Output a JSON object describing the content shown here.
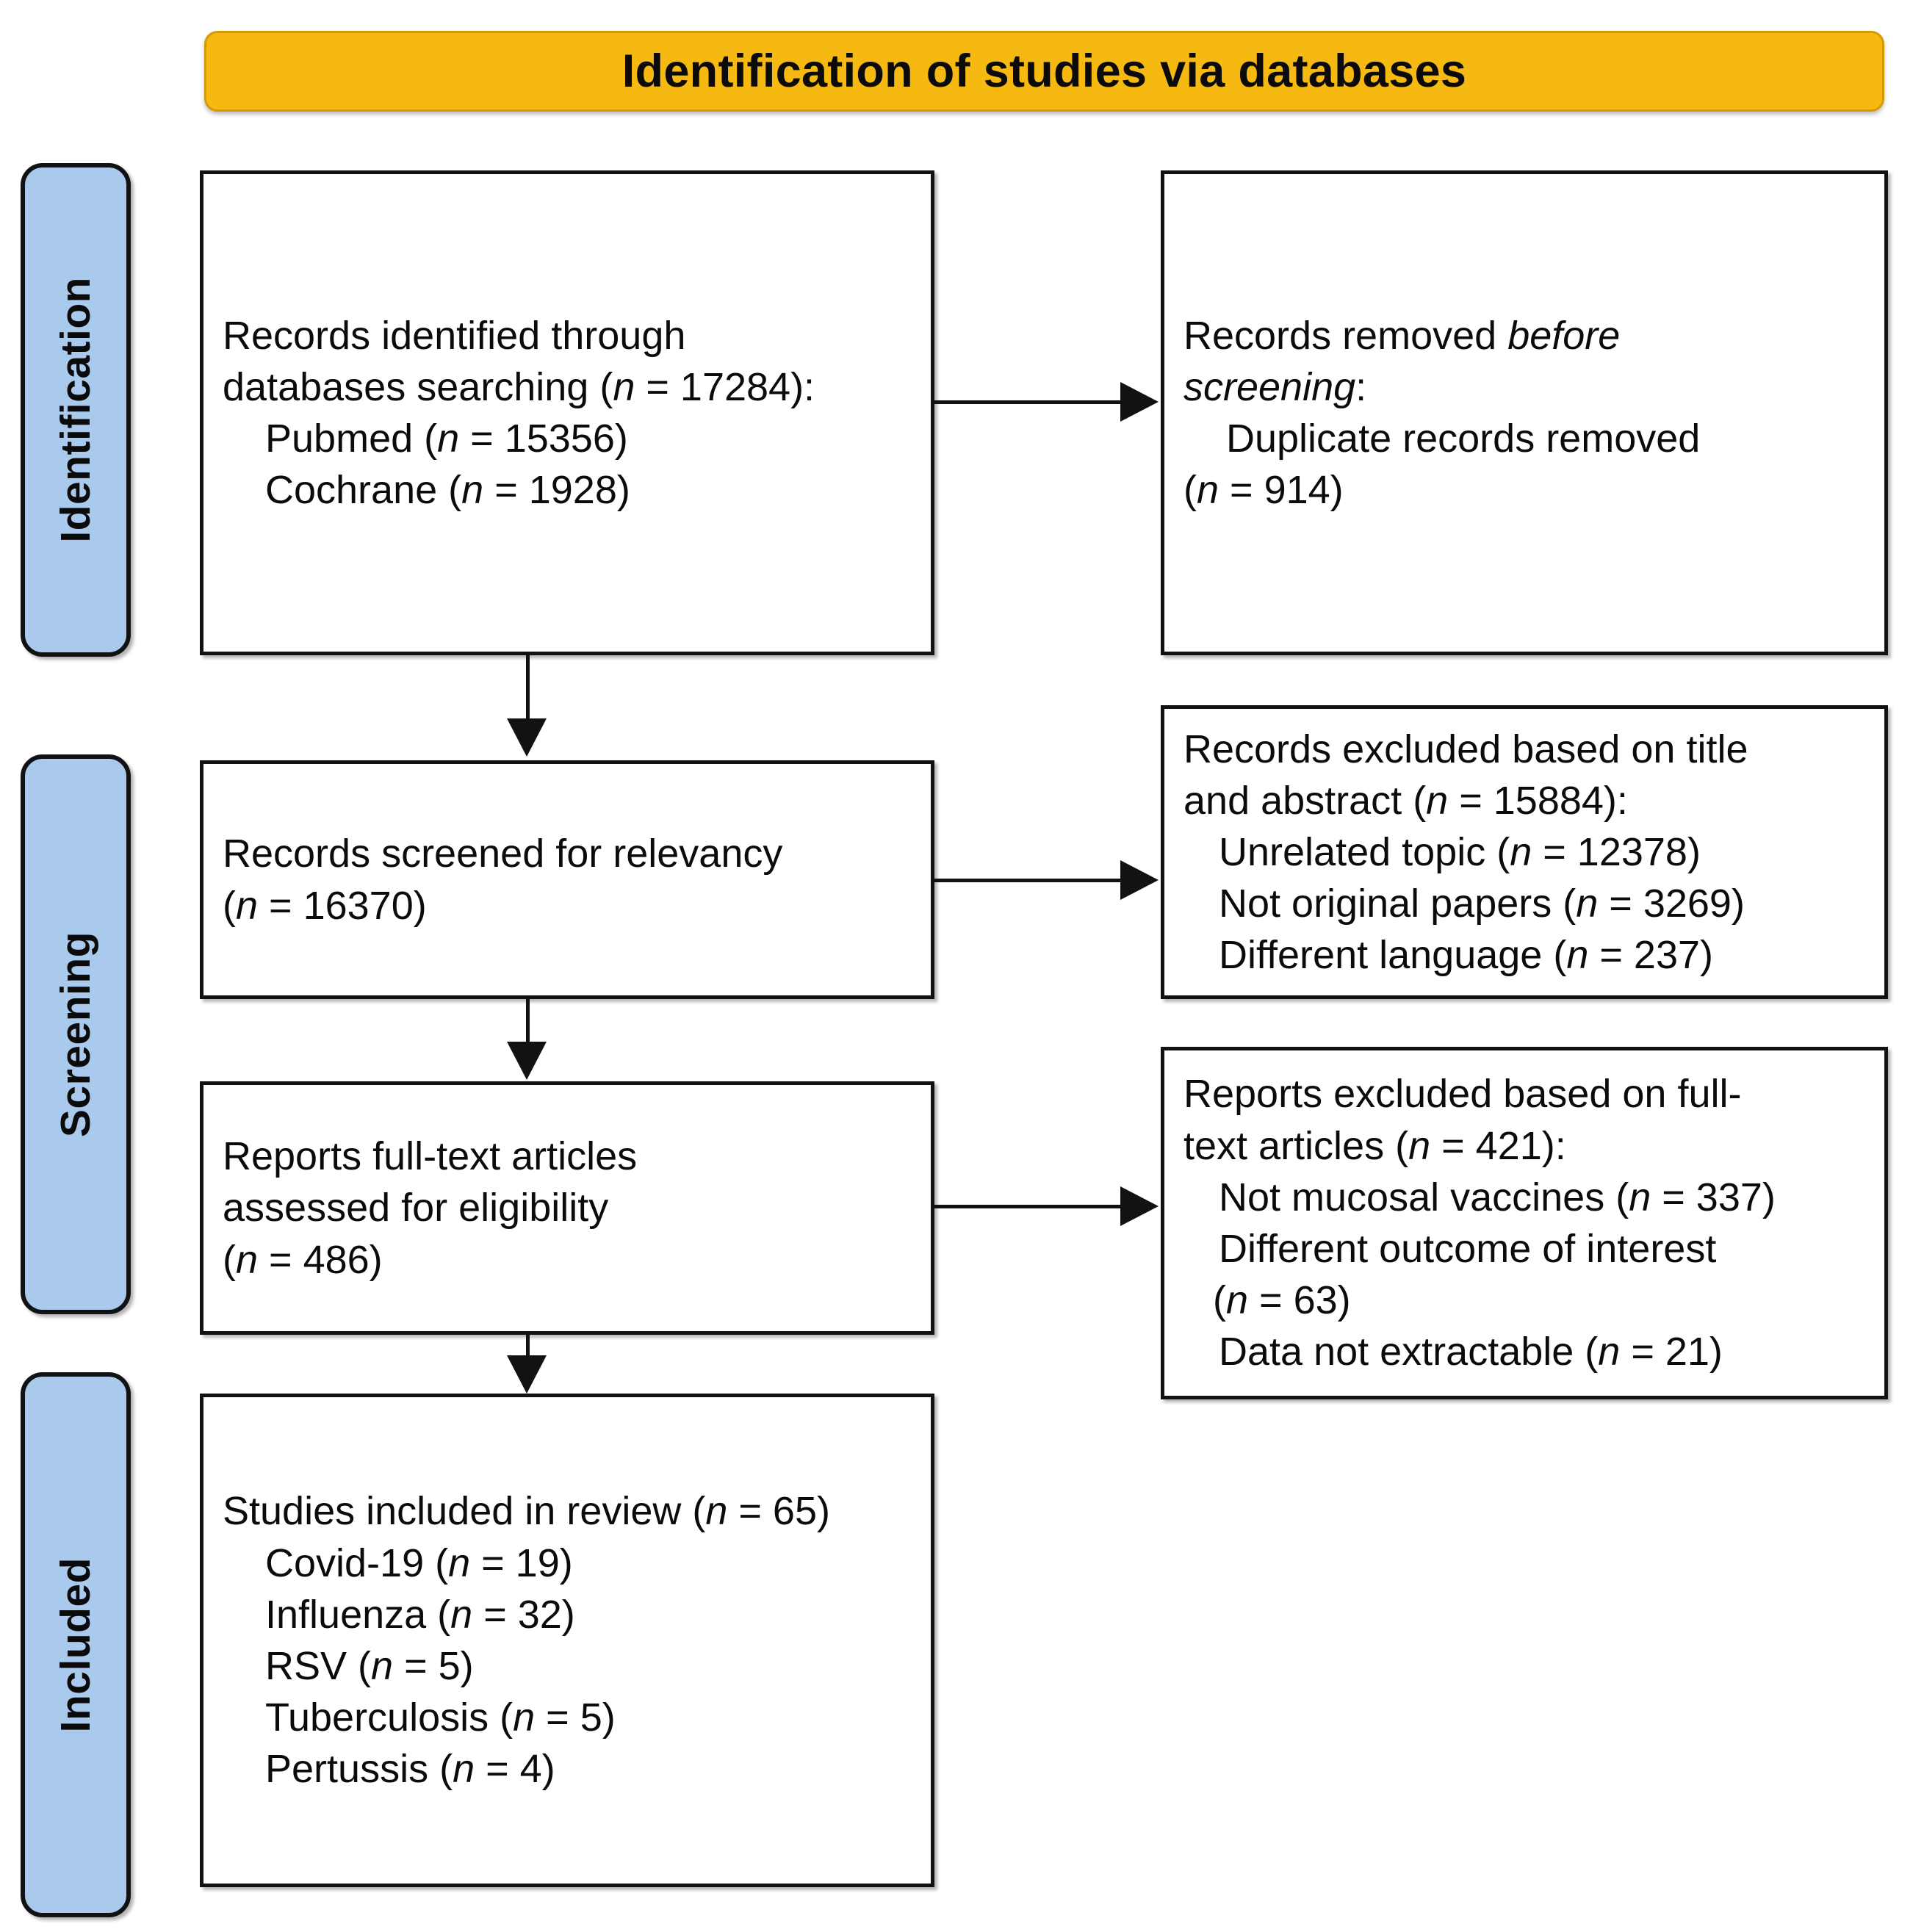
{
  "header": {
    "title": "Identification of studies via databases",
    "background_color": "#F6B911"
  },
  "stage_labels": {
    "identification": "Identification",
    "screening": "Screening",
    "included": "Included",
    "background_color": "#A9C9ED"
  },
  "boxes": {
    "identified": {
      "line1": "Records identified through",
      "line2_pre": "databases searching (",
      "line2_n": "n",
      "line2_post": " = 17284):",
      "item1_pre": "Pubmed (",
      "item1_n": "n",
      "item1_post": " = 15356)",
      "item2_pre": "Cochrane (",
      "item2_n": "n",
      "item2_post": " = 1928)"
    },
    "removed": {
      "line1_pre": "Records removed ",
      "line1_em": "before",
      "line2_em": "screening",
      "line2_post": ":",
      "item1": "Duplicate records removed",
      "item1_cont_pre": "(",
      "item1_cont_n": "n",
      "item1_cont_post": " = 914)"
    },
    "screened": {
      "line1": "Records screened for relevancy",
      "line2_pre": "(",
      "line2_n": "n",
      "line2_post": " = 16370)"
    },
    "excluded_title_abstract": {
      "line1": "Records excluded based on title",
      "line2_pre": "and abstract (",
      "line2_n": "n",
      "line2_post": " = 15884):",
      "item1_pre": "Unrelated topic (",
      "item1_n": "n",
      "item1_post": " = 12378)",
      "item2_pre": "Not original papers (",
      "item2_n": "n",
      "item2_post": " = 3269)",
      "item3_pre": "Different language (",
      "item3_n": "n",
      "item3_post": " = 237)"
    },
    "fulltext": {
      "line1": "Reports full-text articles",
      "line2": "assessed for eligibility",
      "line3_pre": "(",
      "line3_n": "n",
      "line3_post": " = 486)"
    },
    "excluded_fulltext": {
      "line1": "Reports excluded based on full-",
      "line2_pre": "text articles (",
      "line2_n": "n",
      "line2_post": " = 421):",
      "item1_pre": "Not mucosal vaccines (",
      "item1_n": "n",
      "item1_post": " = 337)",
      "item2": "Different outcome of interest",
      "item2_cont_pre": "(",
      "item2_cont_n": "n",
      "item2_cont_post": " = 63)",
      "item3_pre": "Data not extractable (",
      "item3_n": "n",
      "item3_post": " = 21)"
    },
    "included": {
      "line1_pre": "Studies included in review (",
      "line1_n": "n",
      "line1_post": " = 65)",
      "item1_pre": "Covid-19 (",
      "item1_n": "n",
      "item1_post": " = 19)",
      "item2_pre": "Influenza (",
      "item2_n": "n",
      "item2_post": " = 32)",
      "item3_pre": "RSV (",
      "item3_n": "n",
      "item3_post": " = 5)",
      "item4_pre": "Tuberculosis (",
      "item4_n": "n",
      "item4_post": " = 5)",
      "item5_pre": "Pertussis (",
      "item5_n": "n",
      "item5_post": " = 4)"
    }
  },
  "chart_data": {
    "type": "diagram",
    "title": "Identification of studies via databases",
    "nodes": [
      {
        "id": "identified",
        "stage": "Identification",
        "label": "Records identified through databases searching",
        "n": 17284,
        "children": [
          {
            "label": "Pubmed",
            "n": 15356
          },
          {
            "label": "Cochrane",
            "n": 1928
          }
        ]
      },
      {
        "id": "removed",
        "stage": "Identification",
        "label": "Records removed before screening",
        "children": [
          {
            "label": "Duplicate records removed",
            "n": 914
          }
        ]
      },
      {
        "id": "screened",
        "stage": "Screening",
        "label": "Records screened for relevancy",
        "n": 16370
      },
      {
        "id": "excluded_title_abstract",
        "stage": "Screening",
        "label": "Records excluded based on title and abstract",
        "n": 15884,
        "children": [
          {
            "label": "Unrelated topic",
            "n": 12378
          },
          {
            "label": "Not original papers",
            "n": 3269
          },
          {
            "label": "Different language",
            "n": 237
          }
        ]
      },
      {
        "id": "fulltext",
        "stage": "Screening",
        "label": "Reports full-text articles assessed for eligibility",
        "n": 486
      },
      {
        "id": "excluded_fulltext",
        "stage": "Screening",
        "label": "Reports excluded based on full-text articles",
        "n": 421,
        "children": [
          {
            "label": "Not mucosal vaccines",
            "n": 337
          },
          {
            "label": "Different outcome of interest",
            "n": 63
          },
          {
            "label": "Data not extractable",
            "n": 21
          }
        ]
      },
      {
        "id": "included",
        "stage": "Included",
        "label": "Studies included in review",
        "n": 65,
        "children": [
          {
            "label": "Covid-19",
            "n": 19
          },
          {
            "label": "Influenza",
            "n": 32
          },
          {
            "label": "RSV",
            "n": 5
          },
          {
            "label": "Tuberculosis",
            "n": 5
          },
          {
            "label": "Pertussis",
            "n": 4
          }
        ]
      }
    ],
    "edges": [
      {
        "from": "identified",
        "to": "removed",
        "direction": "right"
      },
      {
        "from": "identified",
        "to": "screened",
        "direction": "down"
      },
      {
        "from": "screened",
        "to": "excluded_title_abstract",
        "direction": "right"
      },
      {
        "from": "screened",
        "to": "fulltext",
        "direction": "down"
      },
      {
        "from": "fulltext",
        "to": "excluded_fulltext",
        "direction": "right"
      },
      {
        "from": "fulltext",
        "to": "included",
        "direction": "down"
      }
    ]
  }
}
